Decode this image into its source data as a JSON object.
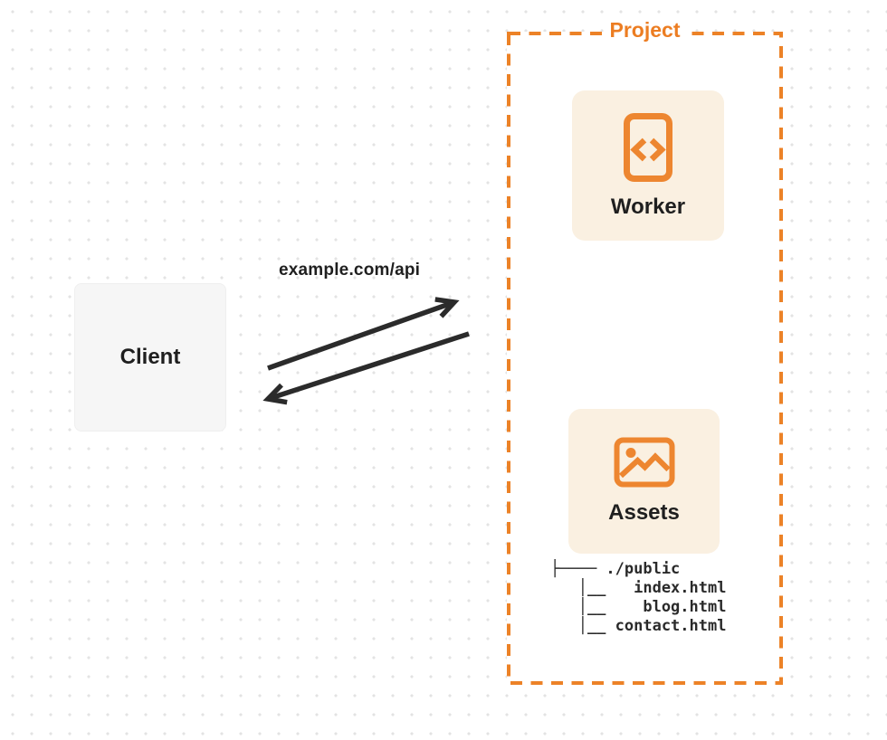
{
  "colors": {
    "accent_orange": "#ec8227",
    "project_label_orange": "#ec7d22",
    "card_background": "#faf0e1",
    "client_background": "#f6f6f6",
    "arrow_dark": "#2b2b2b",
    "text_dark": "#1f1f1f",
    "grid_dot": "#e3e3e3"
  },
  "client": {
    "label": "Client"
  },
  "request": {
    "label": "example.com/api"
  },
  "project": {
    "label": "Project",
    "worker": {
      "label": "Worker",
      "icon": "code-file-icon"
    },
    "assets": {
      "label": "Assets",
      "icon": "image-icon"
    },
    "file_tree": {
      "root": "./public",
      "files": [
        "index.html",
        "blog.html",
        "contact.html"
      ],
      "display_lines": [
        "├──── ./public",
        "   │__   index.html",
        "   │__    blog.html",
        "   │__ contact.html"
      ]
    }
  }
}
